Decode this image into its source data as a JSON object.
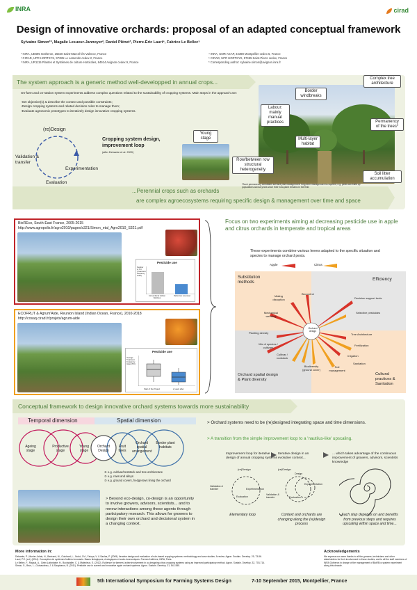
{
  "header": {
    "inra_logo": "INRA",
    "cirad_logo": "cirad",
    "title": "Design of innovative orchards: proposal of an adapted conceptual framework",
    "authors": "Sylvaine Simon¹*, Magalie Lesueur-Jannoyer², Daniel Plénet³, Pierre-Éric Lauri⁴, Fabrice Le Bellec⁵",
    "affiliations_left": [
      "¹ INRA, UE695 Gotheron, 26320 Saint-Marcel-lès-Valence, France",
      "² CIRAD, UPR HORTSYS, 97285 Le Lamentin cedex 2, France",
      "³ INRA, UR1115 Plantes et Systèmes de culture Horticoles, 84914 Avignon cedex 9, France"
    ],
    "affiliations_right": [
      "⁴ INRA, UMR AGAP, 34398 Montpellier cedex 5, France",
      "⁵ CIRAD, UPR HORTSYS, 97455 Saint-Pierre cedex, France",
      "* Corresponding author: sylvaine.simon@avignon.inra.fr"
    ]
  },
  "section1": {
    "title": "The system approach is a generic method well-developped in annual crops...",
    "intro": "On-farm and on-station system experiments address complex questions related to the sustainability of cropping systems. Main steps in the approach are:",
    "steps": [
      "-Set objective(s) & describe the context and possible constraints;",
      "-Design cropping systems and related decision rules to manage them;",
      "-Evaluate agronomic prototypes to iteratively design innovative cropping systems."
    ],
    "loop": {
      "redesign": "(re)Design",
      "validation": "Validation & transfer",
      "experimentation": "Experimentation",
      "evaluation": "Evaluation",
      "caption_title": "Cropping system design, improvement loop",
      "caption_ref": "(after Debaeke et al. 2009)"
    },
    "callouts": {
      "young_stage": "Young stage",
      "labour": "Labour: mainly manual practices",
      "border": "Border windbreaks",
      "complex_tree": "Complex tree architecture",
      "permanency": "Permanency of the trees*",
      "multilayer": "Multi-layer habitat",
      "row": "Row/between row structural heterogeneity",
      "soil": "Soil litter accumulation"
    },
    "footnote": "*Such permanency constrains soil and pest management: long-term management is required, e.g. pests can build up populations across years since their host-plant remains in the field",
    "conclusion_1": "...Perennial crops such as orchards",
    "conclusion_2": "are complex agroecosystems requiring specific design & management over time and space"
  },
  "section2": {
    "bioreco": {
      "name": "BioREco, South-East France, 2005-2015",
      "url": "http://www.agropolis.fr/agro2010/pages/s321/Simon_etal_Agro2010_S321.pdf",
      "chart_title": "Pesticide use",
      "ylabel": "Number of TFI (Treatment frequency index)",
      "cat1": "Conventional Golden Delicious",
      "cat2": "Reference Low-input",
      "values": [
        28,
        13
      ],
      "ylim": [
        0,
        35
      ]
    },
    "ecofrut": {
      "name": "ECOFRUT & Agrum'Aide, Reunion Island (Indian Ocean, France), 2010-2018",
      "url": "http://cosaq.cirad.fr/projets/agrum-aide",
      "chart_title": "Pesticide use",
      "ylabel": "Average Treatment Frequency Index (TFI)",
      "cat1": "Start of the Project",
      "cat2": "2 years after"
    },
    "heading": "Focus on two experiments aiming at decreasing pesticide use in apple and citrus orchards in temperate and tropical areas",
    "intro": "These experiments combine various levers adapted to the specific situation and species to manage orchard pests.",
    "legend_apple": "Apple",
    "legend_citrus": "Citrus",
    "wheel": {
      "substitution": "Substitution methods",
      "efficiency": "Efficiency",
      "spatial": "Orchard spatial design & Plant diversity",
      "cultural": "Cultural practices & Sanitation",
      "center": "Orchard design",
      "items": {
        "mating": "Mating disruption",
        "biocontrol": "Biocontrol",
        "mech_weeding": "Mechanical weeding",
        "decision": "Decision support tools",
        "selective": "Selective pesticides",
        "planting": "Planting density",
        "mix": "Mix of species / cultivars",
        "cultivar": "Cultivar / rootstock",
        "biodiv": "Biodiversity (ground cover)",
        "soil": "Soil management",
        "tree_arch": "Tree Architecture",
        "fert": "Fertilization",
        "irrig": "Irrigation",
        "sanit": "Sanitation"
      }
    }
  },
  "section3": {
    "title": "Conceptual framework to design innovative orchard systems towards more sustainability",
    "temporal": "Temporal dimension",
    "spatial": "Spatial dimension",
    "circles": [
      "Ageing stage",
      "Productive stage",
      "Young stage",
      "Orchard Design",
      "Fruit trees",
      "Orchard spatial arrangement",
      "Border plant habitats"
    ],
    "circle_notes": [
      "① e.g. cultivar/rootstock and tree architecture",
      "② e.g. rows and alleys",
      "③ e.g. ground covers, hedgerows lining the orchard"
    ],
    "beyond": "> Beyond eco-design, co-design is an opportunity to involve growers, advisors, scientists... and to renew interactions among these agents through participatory research. This allows for growers to design their own orchard and decisional system in a changing context.",
    "point1": "> Orchard systems need to be (re)designed integrating space and time dimensions.",
    "point2": "> A transition from the simple improvement loop to a 'nautilus-like' upscaling.",
    "col1_head": "Improvement loop for iterative design of annual cropping systems",
    "col2_head": "Iterative design in an evolutive context...",
    "col3_head": "... which takes advantage of the continuous improvement of growers, advisors, scientists know!edge",
    "col1_foot": "Elementary loop",
    "col2_foot": "Context and orchards are changing along the (re)design process",
    "col3_foot": "Each step depends on and benefits from previous steps and requires upscaling within space and time...",
    "mini": {
      "redesign": "(re)Design",
      "validation": "Validation & transfer",
      "experimentation": "Experimentation",
      "evaluation": "Evaluation",
      "design": "Design"
    }
  },
  "footer": {
    "more_title": "More information in:",
    "refs": [
      "Debaeke, P., Munier-Jolain, N., Bertrand, M., Guichard, L., Nolot, J.M., Faloya, V. & Saulas, P. (2009). Iterative design and evaluation of rule-based cropping systems: methodology and case studies. A review. Agron. Sustain. Develop. 29, 73-86.",
      "Lauri, P.E. (ed.) (2014). Conception de systèmes fruitiers innovants. Bases biologiques, écologiques et socio-économiques. Formes fruitières, INRA, Paris.",
      "Le Bellec, F., Rajaud, A., Ozier-Lafontaine, H., Bockstaller, C. & Malézieux, E. (2012). Evidence for farmers' active involvement in co-designing citrus cropping systems using an improved participatory method. Agron. Sustain. Develop. 32, 703-714.",
      "Simon, S., Brun, L., Guinaudeau, J. & Sauphanor, B. (2011). Pesticide use in current and innovative apple orchard systems. Agron. Sustain. Develop. 31, 541-555."
    ],
    "ack_title": "Acknowledgements",
    "ack": "We express our warm thanks to all the growers, technicians and other stakeholders for their involvement in these studies, and to all the staff members of INRA Gotheron in charge of the management of BioREco system experiment along this decade.",
    "symposium": "5th International Symposium for Farming Systems Design",
    "dates": "7-10 September 2015, Montpellier, France"
  },
  "colors": {
    "green": "#4a7a3a",
    "panel": "#eef1e2",
    "red_frame": "#c0242a",
    "orange_frame": "#f0a020",
    "apple": "#d8342a",
    "citrus": "#f0a020"
  }
}
